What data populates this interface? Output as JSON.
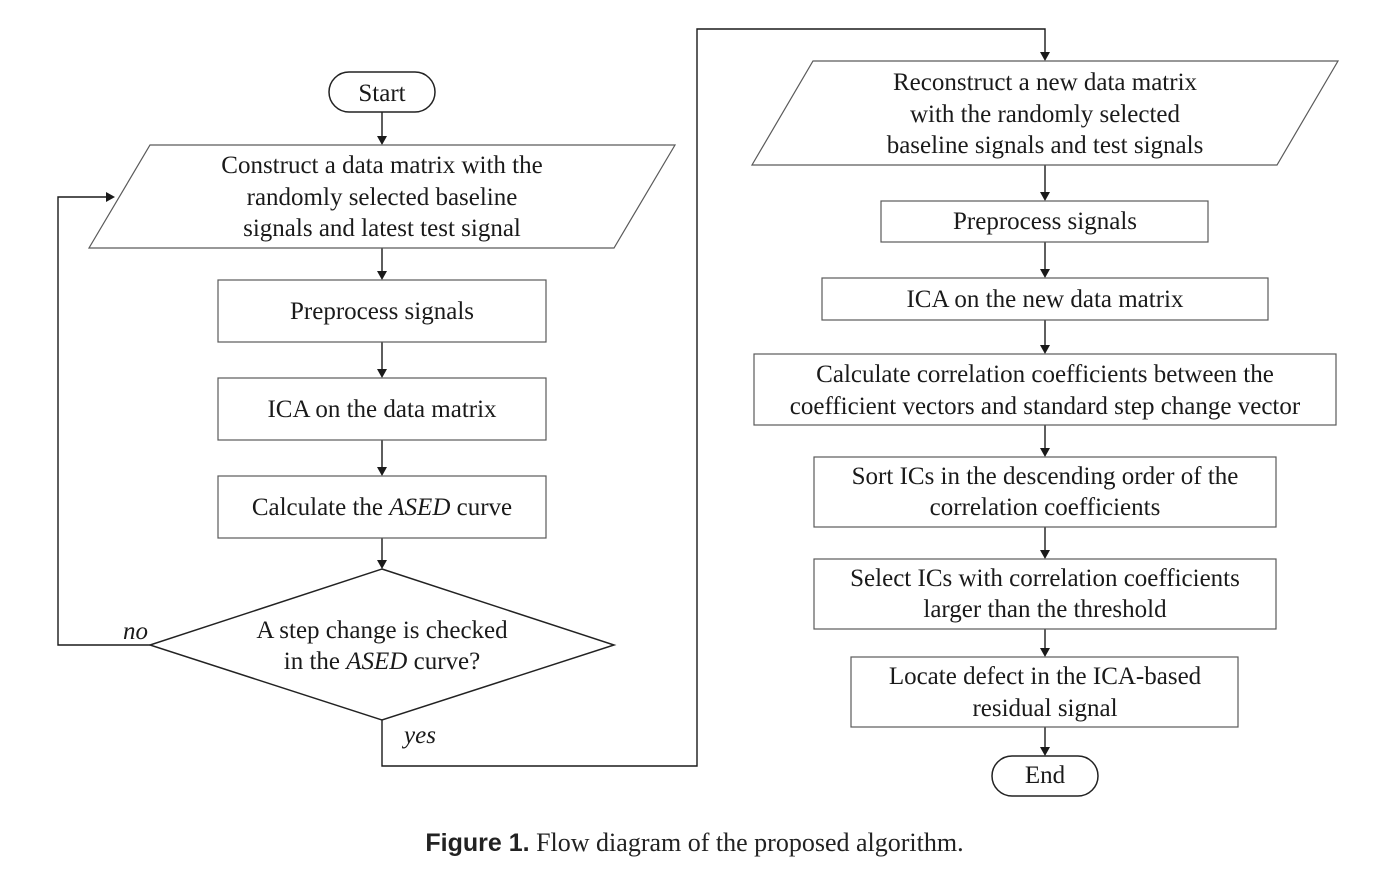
{
  "diagram": {
    "start": "Start",
    "construct": [
      "Construct a data matrix with the",
      "randomly selected baseline",
      "signals and latest test signal"
    ],
    "preprocess_left": "Preprocess signals",
    "ica_left": "ICA on the data matrix",
    "ased_pre": "Calculate the ",
    "ased_term": "ASED",
    "ased_post": " curve",
    "decision_line1": "A step change is checked",
    "decision_pre": "in the ",
    "decision_term": "ASED",
    "decision_post": " curve?",
    "no_label": "no",
    "yes_label": "yes",
    "reconstruct": [
      "Reconstruct a new data matrix",
      "with the randomly selected",
      "baseline signals and test signals"
    ],
    "preprocess_right": "Preprocess signals",
    "ica_right": "ICA on the new data matrix",
    "correlation": [
      "Calculate correlation coefficients between the",
      "coefficient vectors and standard step change vector"
    ],
    "sort": [
      "Sort ICs in the descending order of the",
      "correlation coefficients"
    ],
    "select": [
      "Select ICs with correlation coefficients",
      "larger than the threshold"
    ],
    "locate": [
      "Locate defect in the ICA-based",
      "residual signal"
    ],
    "end": "End"
  },
  "caption": {
    "label": "Figure 1.",
    "text": " Flow diagram of the proposed algorithm."
  }
}
